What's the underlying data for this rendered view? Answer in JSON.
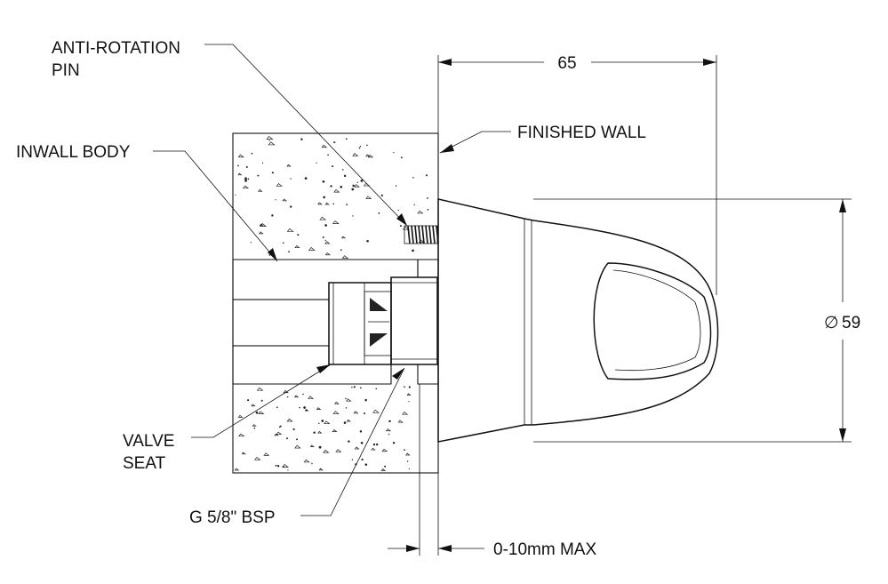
{
  "labels": {
    "anti_rotation_pin_line1": "ANTI-ROTATION",
    "anti_rotation_pin_line2": "PIN",
    "finished_wall": "FINISHED WALL",
    "inwall_body": "INWALL BODY",
    "valve_seat_line1": "VALVE",
    "valve_seat_line2": "SEAT",
    "thread": "G 5/8\" BSP",
    "tolerance": "0-10mm MAX"
  },
  "dimensions": {
    "length": "65",
    "diameter_symbol": "∅",
    "diameter": "59"
  },
  "colors": {
    "line": "#111111",
    "background": "#ffffff"
  }
}
